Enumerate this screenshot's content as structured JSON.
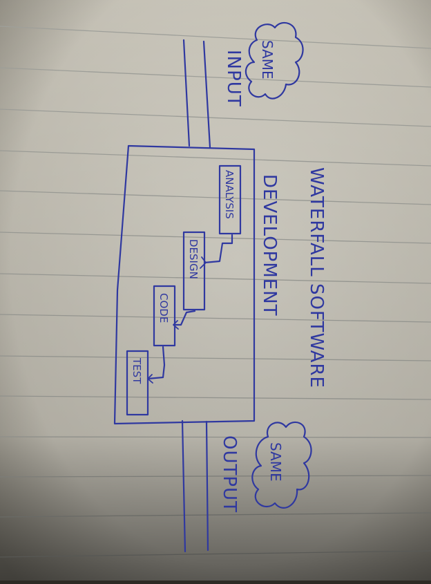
{
  "diagram": {
    "title_line1": "WATERFALL SOFTWARE",
    "title_line2": "DEVELOPMENT",
    "input_label": "INPUT",
    "output_label": "OUTPUT",
    "input_cloud_label": "SAME",
    "output_cloud_label": "SAME",
    "stages": [
      "ANALYSIS",
      "DESIGN",
      "CODE",
      "TEST"
    ]
  },
  "colors": {
    "ink": "#2f38a0",
    "paper": "#d9d5ca",
    "rule_lines": "#a9aaa4"
  }
}
